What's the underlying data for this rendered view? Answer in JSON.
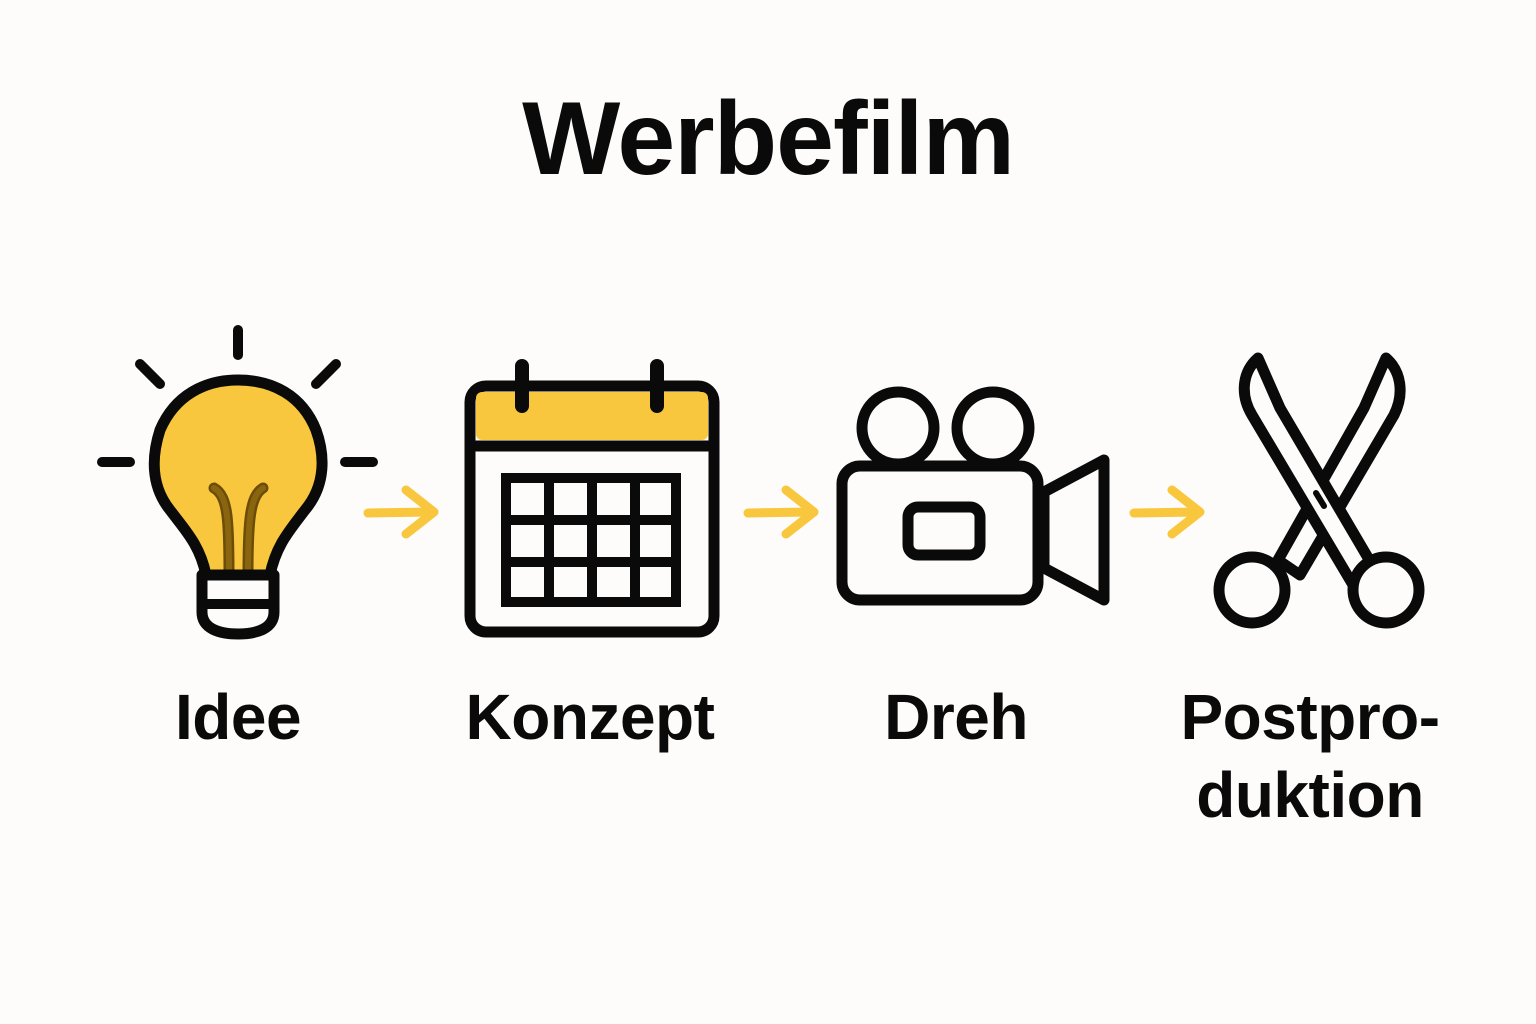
{
  "title": "Werbefilm",
  "colors": {
    "accent": "#f9c73d",
    "stroke": "#0a0a0a",
    "background": "#fdfcfa",
    "filament": "#8a6510"
  },
  "steps": [
    {
      "label": "Idee",
      "icon": "lightbulb-icon"
    },
    {
      "label": "Konzept",
      "icon": "calendar-icon"
    },
    {
      "label": "Dreh",
      "icon": "video-camera-icon"
    },
    {
      "label_line1": "Postpro-",
      "label_line2": "duktion",
      "icon": "scissors-icon"
    }
  ],
  "connectors": [
    "arrow-right-icon",
    "arrow-right-icon",
    "arrow-right-icon"
  ]
}
